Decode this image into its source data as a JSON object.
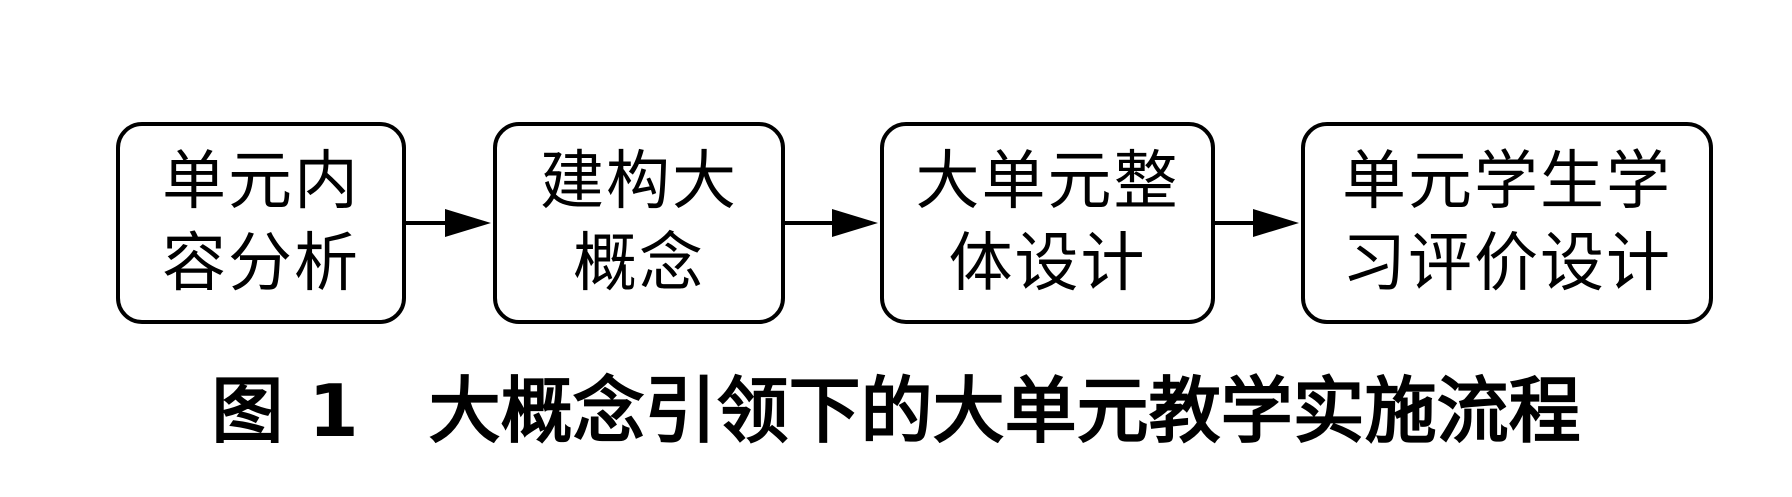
{
  "diagram": {
    "nodes": [
      {
        "id": "n1",
        "lines": [
          "单元内",
          "容分析"
        ]
      },
      {
        "id": "n2",
        "lines": [
          "建构大",
          "概念"
        ]
      },
      {
        "id": "n3",
        "lines": [
          "大单元整",
          "体设计"
        ]
      },
      {
        "id": "n4",
        "lines": [
          "单元学生学",
          "习评价设计"
        ]
      }
    ],
    "edges": [
      {
        "from": "n1",
        "to": "n2"
      },
      {
        "from": "n2",
        "to": "n3"
      },
      {
        "from": "n3",
        "to": "n4"
      }
    ]
  },
  "caption": {
    "label": "图 1",
    "text": "大概念引领下的大单元教学实施流程"
  }
}
